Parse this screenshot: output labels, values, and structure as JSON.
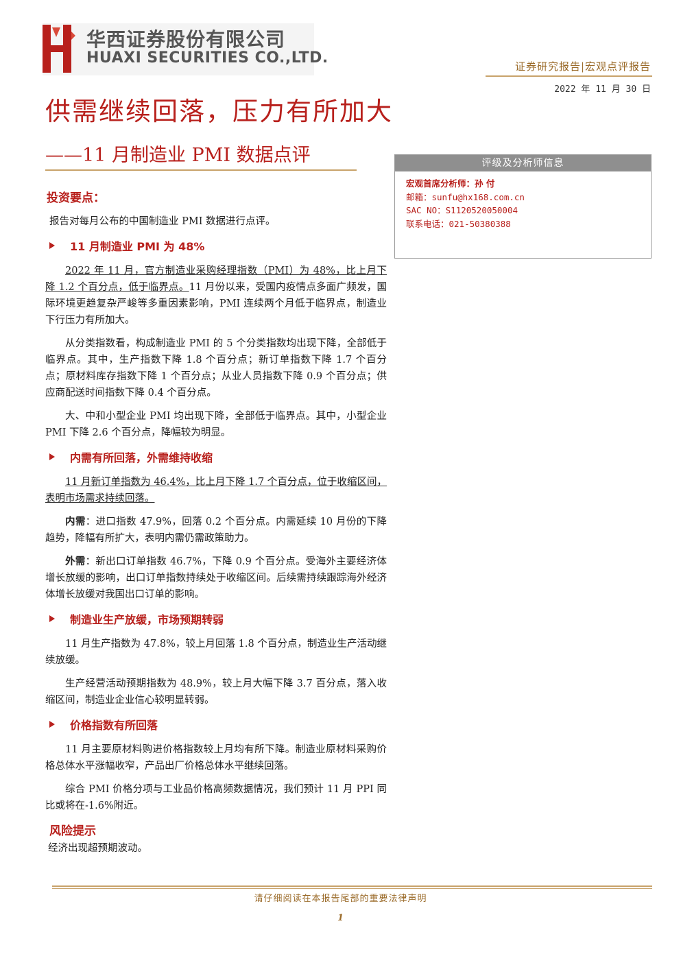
{
  "header": {
    "company_cn": "华西证券股份有限公司",
    "company_en": "HUAXI SECURITIES CO.,LTD.",
    "report_type": "证券研究报告|宏观点评报告",
    "date": "2022 年 11 月 30 日",
    "brand_color": "#b8201c",
    "accent_color": "#c8a26a"
  },
  "title": {
    "main": "供需继续回落，压力有所加大",
    "sub": "——11 月制造业 PMI 数据点评"
  },
  "analyst": {
    "box_title": "评级及分析师信息",
    "name": "宏观首席分析师：孙 付",
    "email": "邮箱：sunfu@hx168.com.cn",
    "sac": "SAC NO：S1120520050004",
    "phone": "联系电话：021-50380388"
  },
  "body": {
    "section_label": "投资要点：",
    "intro": "报告对每月公布的中国制造业 PMI 数据进行点评。",
    "s1": {
      "heading": "11 月制造业 PMI 为 48%",
      "p1_ul": "2022 年 11 月，官方制造业采购经理指数（PMI）为 48%，比上月下降 1.2 个百分点，低于临界点。",
      "p1_rest": "11 月份以来，受国内疫情点多面广频发，国际环境更趋复杂严峻等多重因素影响，PMI 连续两个月低于临界点，制造业下行压力有所加大。",
      "p2": "从分类指数看，构成制造业 PMI 的 5 个分类指数均出现下降，全部低于临界点。其中，生产指数下降 1.8 个百分点；新订单指数下降 1.7 个百分点；原材料库存指数下降 1 个百分点；从业人员指数下降 0.9 个百分点；供应商配送时间指数下降 0.4 个百分点。",
      "p3": "大、中和小型企业 PMI 均出现下降，全部低于临界点。其中，小型企业 PMI 下降 2.6 个百分点，降幅较为明显。"
    },
    "s2": {
      "heading": "内需有所回落，外需维持收缩",
      "p1_ul": "11 月新订单指数为 46.4%，比上月下降 1.7 个百分点，位于收缩区间，表明市场需求持续回落。",
      "p2_lead": "内需",
      "p2": "：进口指数 47.9%，回落 0.2 个百分点。内需延续 10 月份的下降趋势，降幅有所扩大，表明内需仍需政策助力。",
      "p3_lead": "外需",
      "p3": "：新出口订单指数 46.7%，下降 0.9 个百分点。受海外主要经济体增长放缓的影响，出口订单指数持续处于收缩区间。后续需持续跟踪海外经济体增长放缓对我国出口订单的影响。"
    },
    "s3": {
      "heading": "制造业生产放缓，市场预期转弱",
      "p1": "11 月生产指数为 47.8%，较上月回落 1.8 个百分点，制造业生产活动继续放缓。",
      "p2": "生产经营活动预期指数为 48.9%，较上月大幅下降 3.7 百分点，落入收缩区间，制造业企业信心较明显转弱。"
    },
    "s4": {
      "heading": "价格指数有所回落",
      "p1": "11 月主要原材料购进价格指数较上月均有所下降。制造业原材料采购价格总体水平涨幅收窄，产品出厂价格总体水平继续回落。",
      "p2": "综合 PMI 价格分项与工业品价格高频数据情况，我们预计 11 月 PPI 同比或将在-1.6%附近。"
    },
    "risk": {
      "label": "风险提示",
      "text": "经济出现超预期波动。"
    }
  },
  "footer": {
    "note": "请仔细阅读在本报告尾部的重要法律声明",
    "page": "1"
  }
}
